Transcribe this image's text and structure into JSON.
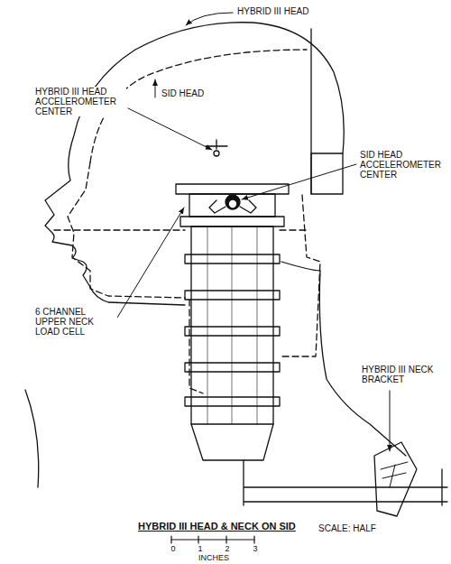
{
  "diagram": {
    "title": "HYBRID III HEAD & NECK ON SID",
    "labels": [
      "HYBRID III HEAD",
      "SID HEAD",
      "HYBRID III HEAD ACCELEROMETER CENTER",
      "SID HEAD ACCELEROMETER CENTER",
      "6 CHANNEL UPPER NECK LOAD CELL",
      "HYBRID III NECK BRACKET",
      "SCALE: HALF",
      "0",
      "1",
      "2",
      "3",
      "INCHES"
    ]
  }
}
